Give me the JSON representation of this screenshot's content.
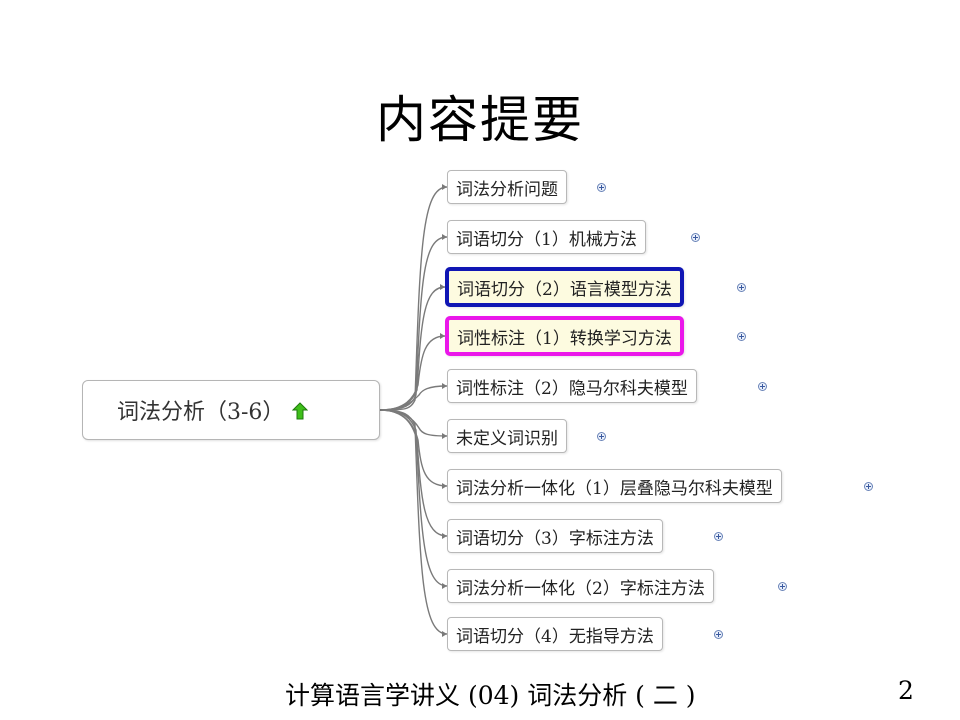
{
  "slide": {
    "title": "内容提要",
    "footer_text": "计算语言学讲义 (04) 词法分析 ( 二 )",
    "page_number": "2"
  },
  "mindmap": {
    "root": {
      "label": "词法分析（3-6）",
      "icon": "green-up-arrow-icon"
    },
    "children": [
      {
        "label": "词法分析问题",
        "highlight": "none"
      },
      {
        "label": "词语切分（1）机械方法",
        "highlight": "none"
      },
      {
        "label": "词语切分（2）语言模型方法",
        "highlight": "blue"
      },
      {
        "label": "词性标注（1）转换学习方法",
        "highlight": "magenta"
      },
      {
        "label": "词性标注（2）隐马尔科夫模型",
        "highlight": "none"
      },
      {
        "label": "未定义词识别",
        "highlight": "none"
      },
      {
        "label": "词法分析一体化（1）层叠隐马尔科夫模型",
        "highlight": "none"
      },
      {
        "label": "词语切分（3）字标注方法",
        "highlight": "none"
      },
      {
        "label": "词法分析一体化（2）字标注方法",
        "highlight": "none"
      },
      {
        "label": "词语切分（4）无指导方法",
        "highlight": "none"
      }
    ],
    "colors": {
      "blue_highlight": "#1016b4",
      "magenta_highlight": "#ea17ea",
      "highlight_fill": "#fdfbe0",
      "connector": "#7a7a7a"
    }
  }
}
